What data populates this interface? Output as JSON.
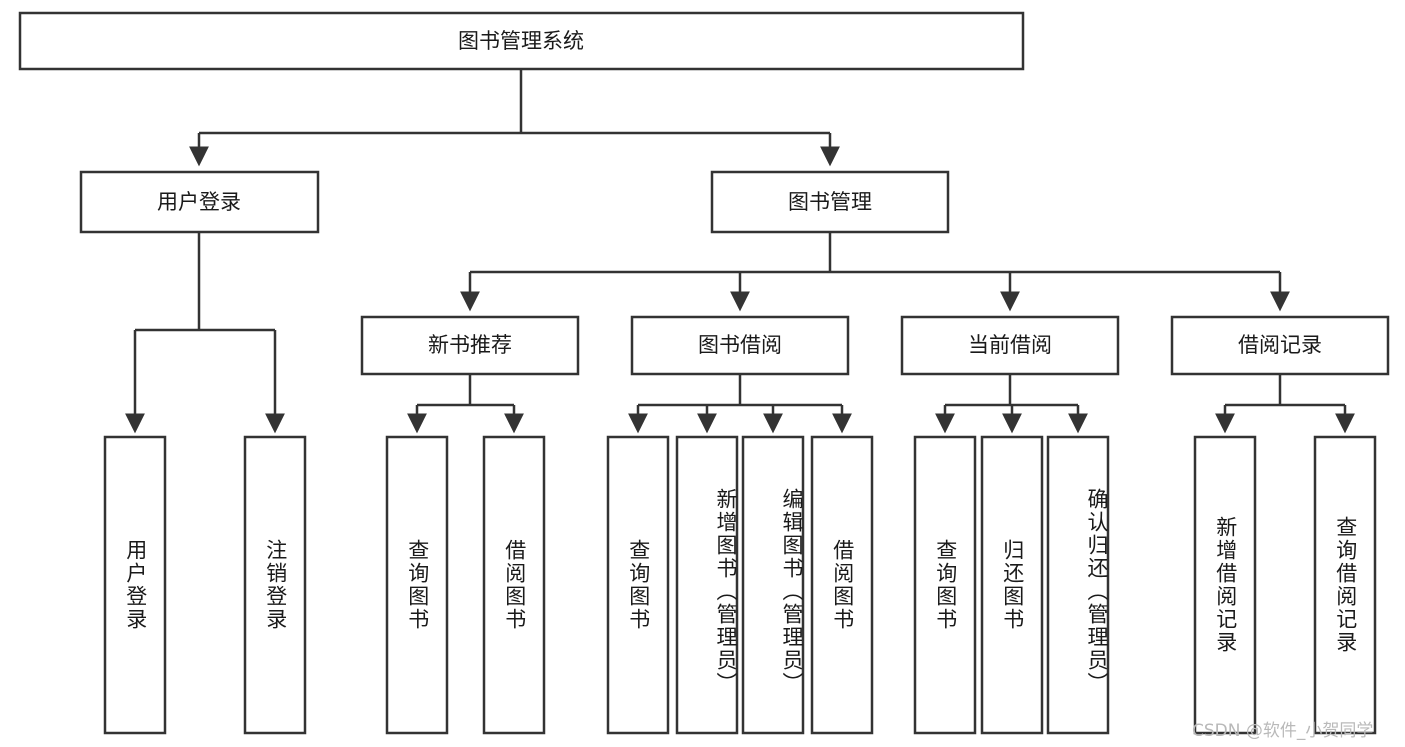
{
  "diagram": {
    "title_node": {
      "id": "root",
      "label": "图书管理系统"
    },
    "level2": [
      {
        "id": "user-login",
        "label": "用户登录"
      },
      {
        "id": "book-manage",
        "label": "图书管理"
      }
    ],
    "level3": [
      {
        "id": "new-book-recommend",
        "label": "新书推荐"
      },
      {
        "id": "book-borrow",
        "label": "图书借阅"
      },
      {
        "id": "current-borrow",
        "label": "当前借阅"
      },
      {
        "id": "borrow-record",
        "label": "借阅记录"
      }
    ],
    "leaves": {
      "user_login": [
        {
          "id": "leaf-user-login",
          "label": "用户登录"
        },
        {
          "id": "leaf-user-logout",
          "label": "注销登录"
        }
      ],
      "new_book_recommend": [
        {
          "id": "leaf-query-book-1",
          "label": "查询图书"
        },
        {
          "id": "leaf-borrow-book-1",
          "label": "借阅图书"
        }
      ],
      "book_borrow": [
        {
          "id": "leaf-query-book-2",
          "label": "查询图书"
        },
        {
          "id": "leaf-add-book",
          "label": "新增图书（管理员）"
        },
        {
          "id": "leaf-edit-book",
          "label": "编辑图书（管理员）"
        },
        {
          "id": "leaf-borrow-book-2",
          "label": "借阅图书"
        }
      ],
      "current_borrow": [
        {
          "id": "leaf-query-book-3",
          "label": "查询图书"
        },
        {
          "id": "leaf-return-book",
          "label": "归还图书"
        },
        {
          "id": "leaf-confirm-return",
          "label": "确认归还（管理员）"
        }
      ],
      "borrow_record": [
        {
          "id": "leaf-add-record",
          "label": "新增借阅记录"
        },
        {
          "id": "leaf-query-record",
          "label": "查询借阅记录"
        }
      ]
    }
  },
  "watermark": {
    "text": "CSDN @软件_小贺同学"
  },
  "colors": {
    "box_stroke": "#333333",
    "box_fill": "#ffffff",
    "text": "#1a1a1a",
    "watermark": "#b9b9b9",
    "background": "#ffffff"
  }
}
